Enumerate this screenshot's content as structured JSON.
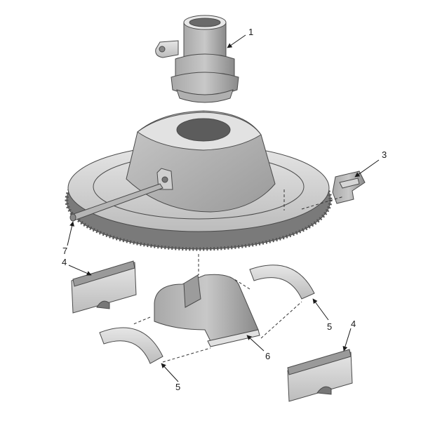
{
  "diagram": {
    "callouts": [
      {
        "id": "1",
        "label": "1"
      },
      {
        "id": "3",
        "label": "3"
      },
      {
        "id": "7",
        "label": "7"
      },
      {
        "id": "4a",
        "label": "4"
      },
      {
        "id": "5a",
        "label": "5"
      },
      {
        "id": "6",
        "label": "6"
      },
      {
        "id": "4b",
        "label": "4"
      },
      {
        "id": "5b",
        "label": "5"
      }
    ]
  },
  "colors": {
    "part_light": "#d9d9d9",
    "part_mid": "#bdbdbd",
    "part_dark": "#8f8f8f",
    "line": "#1a1a1a"
  }
}
